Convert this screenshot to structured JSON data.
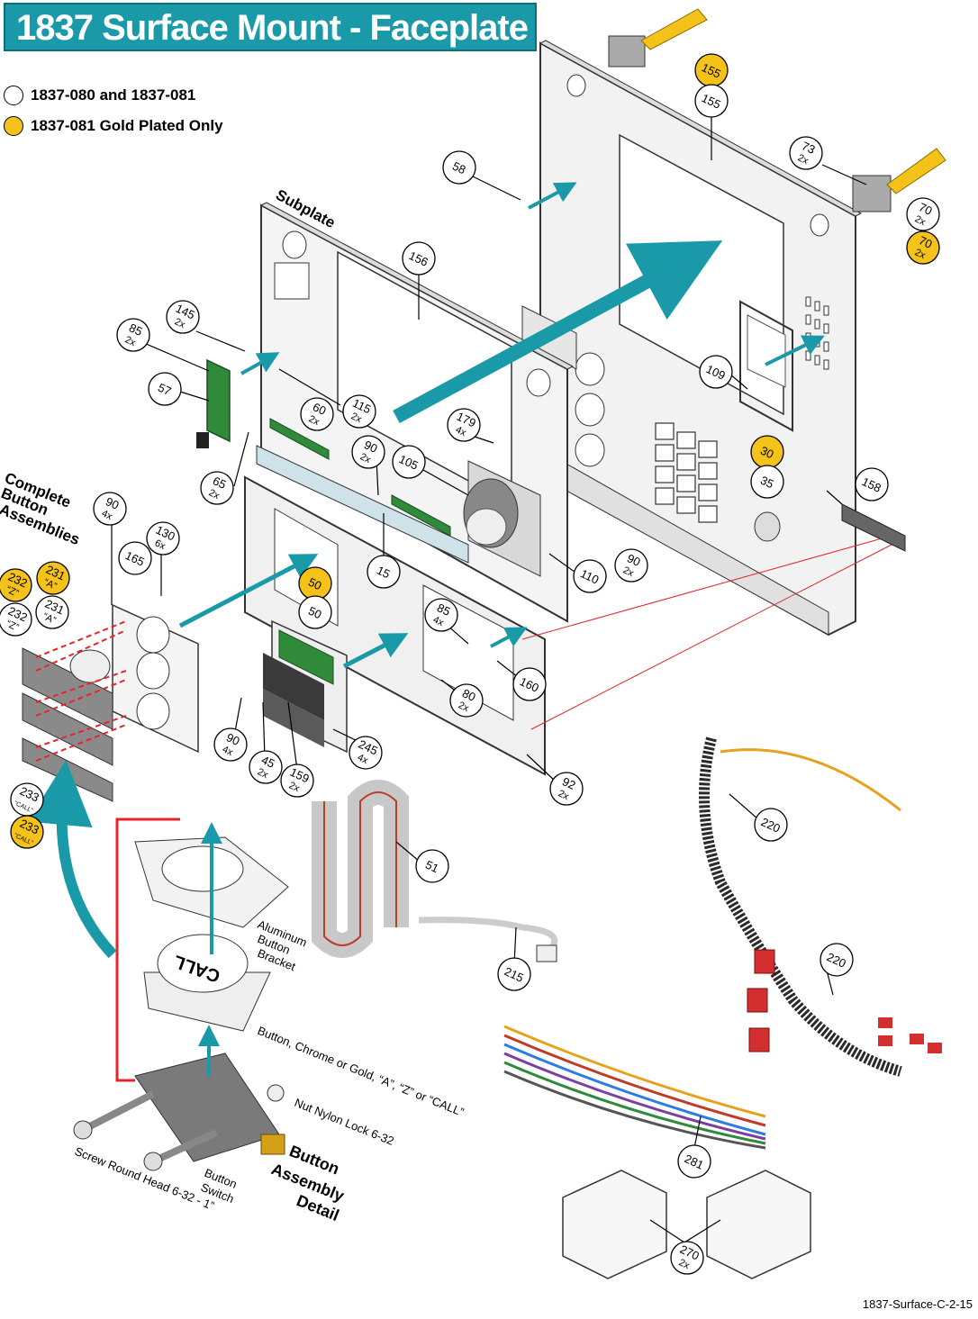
{
  "title": "1837 Surface Mount - Faceplate",
  "legend": [
    {
      "label": "1837-080 and 1837-081",
      "color": "#ffffff"
    },
    {
      "label": "1837-081 Gold Plated Only",
      "color": "#f5c21a"
    }
  ],
  "colors": {
    "accent": "#1a9aa8",
    "gold": "#f5c21a",
    "red_line": "#e8232a"
  },
  "section_labels": {
    "subplate": "Subplate",
    "complete_button_assemblies": [
      "Complete",
      "Button",
      "Assemblies"
    ],
    "button_assembly_detail": [
      "Button",
      "Assembly",
      "Detail"
    ]
  },
  "part_labels": {
    "aluminum_bracket": [
      "Aluminum",
      "Button",
      "Bracket"
    ],
    "button_chrome_gold": "Button, Chrome or Gold, “A”, “Z” or “CALL”",
    "nut_nylon_lock": "Nut Nylon Lock 6-32",
    "button_switch": [
      "Button",
      "Switch"
    ],
    "screw_round_head": "Screw Round Head 6-32 - 1”",
    "call_cap": "CALL"
  },
  "callouts": [
    {
      "id": "c155g",
      "lines": [
        "155"
      ],
      "gold": true
    },
    {
      "id": "c155",
      "lines": [
        "155"
      ],
      "gold": false
    },
    {
      "id": "c73",
      "lines": [
        "73",
        "2x"
      ],
      "gold": false
    },
    {
      "id": "c58",
      "lines": [
        "58"
      ],
      "gold": false
    },
    {
      "id": "c70",
      "lines": [
        "70",
        "2x"
      ],
      "gold": false
    },
    {
      "id": "c70g",
      "lines": [
        "70",
        "2x"
      ],
      "gold": true
    },
    {
      "id": "c156",
      "lines": [
        "156"
      ],
      "gold": false
    },
    {
      "id": "c145",
      "lines": [
        "145",
        "2x"
      ],
      "gold": false
    },
    {
      "id": "c85a",
      "lines": [
        "85",
        "2x"
      ],
      "gold": false
    },
    {
      "id": "c57",
      "lines": [
        "57"
      ],
      "gold": false
    },
    {
      "id": "c109",
      "lines": [
        "109"
      ],
      "gold": false
    },
    {
      "id": "c115",
      "lines": [
        "115",
        "2x"
      ],
      "gold": false
    },
    {
      "id": "c60",
      "lines": [
        "60",
        "2x"
      ],
      "gold": false
    },
    {
      "id": "c179",
      "lines": [
        "179",
        "4x"
      ],
      "gold": false
    },
    {
      "id": "c90a",
      "lines": [
        "90",
        "2x"
      ],
      "gold": false
    },
    {
      "id": "c105",
      "lines": [
        "105"
      ],
      "gold": false
    },
    {
      "id": "c30",
      "lines": [
        "30"
      ],
      "gold": true
    },
    {
      "id": "c35",
      "lines": [
        "35"
      ],
      "gold": false
    },
    {
      "id": "c158",
      "lines": [
        "158"
      ],
      "gold": false
    },
    {
      "id": "c65",
      "lines": [
        "65",
        "2x"
      ],
      "gold": false
    },
    {
      "id": "c90b",
      "lines": [
        "90",
        "4x"
      ],
      "gold": false
    },
    {
      "id": "c130",
      "lines": [
        "130",
        "6x"
      ],
      "gold": false
    },
    {
      "id": "c165",
      "lines": [
        "165"
      ],
      "gold": false
    },
    {
      "id": "c15",
      "lines": [
        "15"
      ],
      "gold": false
    },
    {
      "id": "c110",
      "lines": [
        "110"
      ],
      "gold": false
    },
    {
      "id": "c90c",
      "lines": [
        "90",
        "2x"
      ],
      "gold": false
    },
    {
      "id": "c232g",
      "lines": [
        "232",
        "“Z”"
      ],
      "gold": true
    },
    {
      "id": "c231g",
      "lines": [
        "231",
        "“A”"
      ],
      "gold": true
    },
    {
      "id": "c231",
      "lines": [
        "231",
        "“A”"
      ],
      "gold": false
    },
    {
      "id": "c232",
      "lines": [
        "232",
        "“Z”"
      ],
      "gold": false
    },
    {
      "id": "c50g",
      "lines": [
        "50"
      ],
      "gold": true
    },
    {
      "id": "c50",
      "lines": [
        "50"
      ],
      "gold": false
    },
    {
      "id": "c85b",
      "lines": [
        "85",
        "4x"
      ],
      "gold": false
    },
    {
      "id": "c160",
      "lines": [
        "160"
      ],
      "gold": false
    },
    {
      "id": "c80",
      "lines": [
        "80",
        "2x"
      ],
      "gold": false
    },
    {
      "id": "c90d",
      "lines": [
        "90",
        "4x"
      ],
      "gold": false
    },
    {
      "id": "c45",
      "lines": [
        "45",
        "2x"
      ],
      "gold": false
    },
    {
      "id": "c159",
      "lines": [
        "159",
        "2x"
      ],
      "gold": false
    },
    {
      "id": "c245",
      "lines": [
        "245",
        "4x"
      ],
      "gold": false
    },
    {
      "id": "c92",
      "lines": [
        "92",
        "2x"
      ],
      "gold": false
    },
    {
      "id": "c233",
      "lines": [
        "233",
        "“CALL”"
      ],
      "gold": false
    },
    {
      "id": "c233g",
      "lines": [
        "233",
        "“CALL”"
      ],
      "gold": true
    },
    {
      "id": "c220a",
      "lines": [
        "220"
      ],
      "gold": false
    },
    {
      "id": "c51",
      "lines": [
        "51"
      ],
      "gold": false
    },
    {
      "id": "c220b",
      "lines": [
        "220"
      ],
      "gold": false
    },
    {
      "id": "c215",
      "lines": [
        "215"
      ],
      "gold": false
    },
    {
      "id": "c281",
      "lines": [
        "281"
      ],
      "gold": false
    },
    {
      "id": "c270",
      "lines": [
        "270",
        "2x"
      ],
      "gold": false
    }
  ],
  "footer": "1837-Surface-C-2-15"
}
